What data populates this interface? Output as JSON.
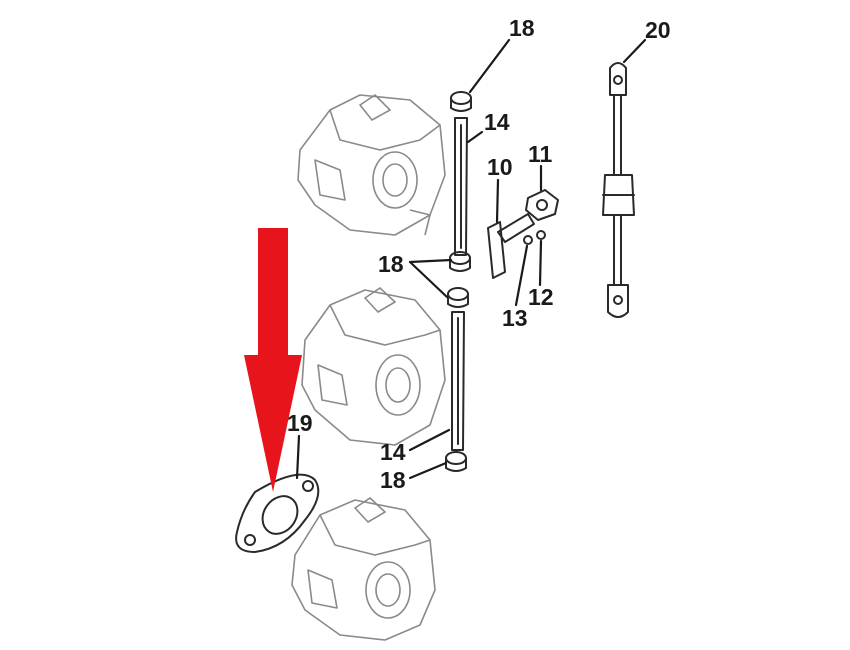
{
  "diagram": {
    "callouts": [
      {
        "id": "c18-top",
        "text": "18"
      },
      {
        "id": "c20",
        "text": "20"
      },
      {
        "id": "c14-top",
        "text": "14"
      },
      {
        "id": "c10",
        "text": "10"
      },
      {
        "id": "c11",
        "text": "11"
      },
      {
        "id": "c18-mid",
        "text": "18"
      },
      {
        "id": "c12",
        "text": "12"
      },
      {
        "id": "c13",
        "text": "13"
      },
      {
        "id": "c19",
        "text": "19"
      },
      {
        "id": "c14-bottom",
        "text": "14"
      },
      {
        "id": "c18-bottom",
        "text": "18"
      }
    ],
    "highlight_arrow_color": "#e8141c",
    "line_color": "#2a2a2a",
    "faint_color": "#8a8a8a"
  }
}
